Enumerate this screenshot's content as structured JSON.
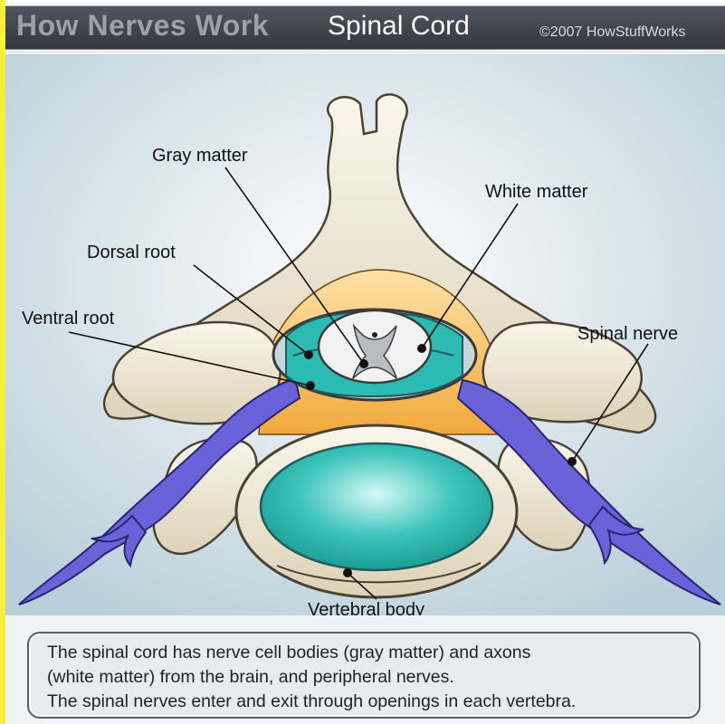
{
  "header": {
    "title": "How Nerves Work",
    "subtitle": "Spinal Cord",
    "copyright": "©2007 HowStuffWorks"
  },
  "labels": {
    "gray_matter": "Gray matter",
    "white_matter": "White matter",
    "dorsal_root": "Dorsal root",
    "ventral_root": "Ventral root",
    "spinal_nerve": "Spinal nerve",
    "vertebral_body": "Vertebral body"
  },
  "caption": {
    "line1": "The spinal cord has nerve cell bodies (gray matter) and axons",
    "line2": "(white matter) from the brain, and peripheral nerves.",
    "line3": "The spinal nerves enter and exit through openings in each vertebra."
  },
  "colors": {
    "bone": "#ece4d2",
    "nerve": "#6a62d8",
    "fat": "#f4b24a",
    "disc": "#2bbbb2",
    "gray_matter": "#b8bdc2",
    "white_matter": "#f2f2f2"
  }
}
